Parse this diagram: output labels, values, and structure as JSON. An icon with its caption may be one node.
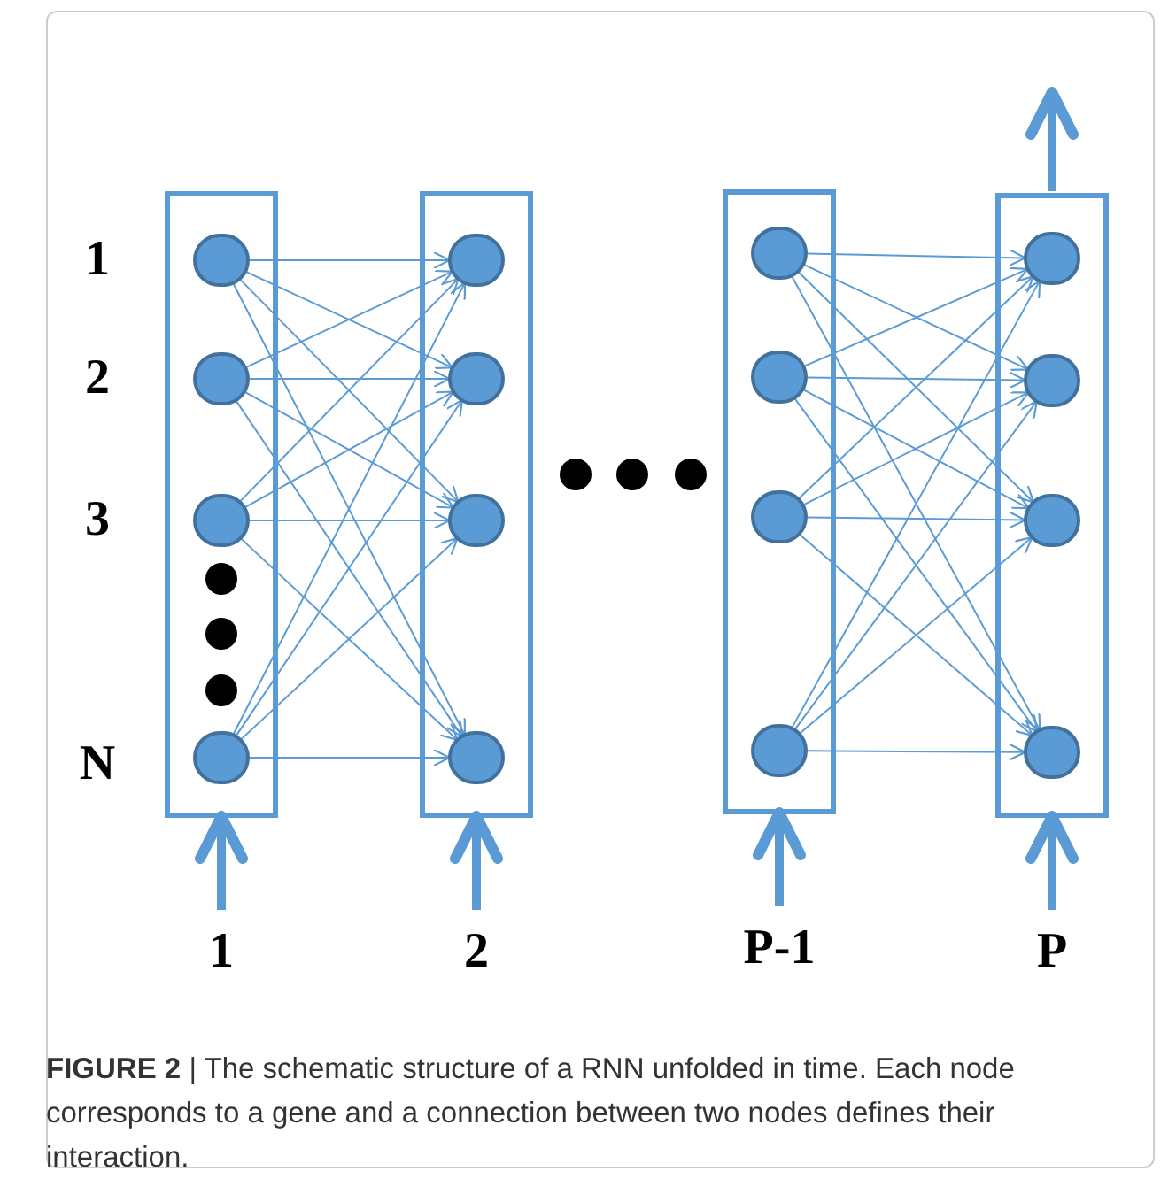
{
  "diagram": {
    "caption": "**FIGURE 2** | The schematic structure of a RNN unfolded in time. Each node corresponds to a gene and a connection between two nodes defines their interaction.",
    "nodes": [
      {
        "text": [],
        "shape": "box",
        "beside": [
          "1"
        ]
      },
      {
        "text": [],
        "shape": "circle",
        "in": 0
      },
      {
        "text": [],
        "shape": "circle",
        "in": 0
      },
      {
        "text": [],
        "shape": "circle",
        "in": 0
      },
      {
        "text": [],
        "shape": "circle",
        "in": 0
      },
      {
        "text": [],
        "shape": "box",
        "beside": [
          "2"
        ]
      },
      {
        "text": [],
        "shape": "circle",
        "in": 5
      },
      {
        "text": [],
        "shape": "circle",
        "in": 5
      },
      {
        "text": [],
        "shape": "circle",
        "in": 5
      },
      {
        "text": [],
        "shape": "circle",
        "in": 5
      },
      {
        "text": [],
        "shape": "box",
        "beside": [
          "P-1"
        ]
      },
      {
        "text": [],
        "shape": "circle",
        "in": 10
      },
      {
        "text": [],
        "shape": "circle",
        "in": 10
      },
      {
        "text": [],
        "shape": "circle",
        "in": 10
      },
      {
        "text": [],
        "shape": "circle",
        "in": 10
      },
      {
        "text": [],
        "shape": "box",
        "beside": [
          "P"
        ]
      },
      {
        "text": [],
        "shape": "circle",
        "in": 15
      },
      {
        "text": [],
        "shape": "circle",
        "in": 15
      },
      {
        "text": [],
        "shape": "circle",
        "in": 15
      },
      {
        "text": [],
        "shape": "circle",
        "in": 15
      }
    ],
    "edges": [
      {
        "from": 1,
        "to": 6,
        "arrow": "to"
      },
      {
        "from": 1,
        "to": 7,
        "arrow": "to"
      },
      {
        "from": 1,
        "to": 8,
        "arrow": "to"
      },
      {
        "from": 1,
        "to": 9,
        "arrow": "to"
      },
      {
        "from": 2,
        "to": 6,
        "arrow": "to"
      },
      {
        "from": 2,
        "to": 7,
        "arrow": "to"
      },
      {
        "from": 2,
        "to": 8,
        "arrow": "to"
      },
      {
        "from": 2,
        "to": 9,
        "arrow": "to"
      },
      {
        "from": 3,
        "to": 6,
        "arrow": "to"
      },
      {
        "from": 3,
        "to": 7,
        "arrow": "to"
      },
      {
        "from": 3,
        "to": 8,
        "arrow": "to"
      },
      {
        "from": 3,
        "to": 9,
        "arrow": "to"
      },
      {
        "from": 4,
        "to": 6,
        "arrow": "to"
      },
      {
        "from": 4,
        "to": 7,
        "arrow": "to"
      },
      {
        "from": 4,
        "to": 8,
        "arrow": "to"
      },
      {
        "from": 4,
        "to": 9,
        "arrow": "to"
      },
      {
        "from": 11,
        "to": 16,
        "arrow": "to"
      },
      {
        "from": 11,
        "to": 17,
        "arrow": "to"
      },
      {
        "from": 11,
        "to": 18,
        "arrow": "to"
      },
      {
        "from": 11,
        "to": 19,
        "arrow": "to"
      },
      {
        "from": 12,
        "to": 16,
        "arrow": "to"
      },
      {
        "from": 12,
        "to": 17,
        "arrow": "to"
      },
      {
        "from": 12,
        "to": 18,
        "arrow": "to"
      },
      {
        "from": 12,
        "to": 19,
        "arrow": "to"
      },
      {
        "from": 13,
        "to": 16,
        "arrow": "to"
      },
      {
        "from": 13,
        "to": 17,
        "arrow": "to"
      },
      {
        "from": 13,
        "to": 18,
        "arrow": "to"
      },
      {
        "from": 13,
        "to": 19,
        "arrow": "to"
      },
      {
        "from": 14,
        "to": 16,
        "arrow": "to"
      },
      {
        "from": 14,
        "to": 17,
        "arrow": "to"
      },
      {
        "from": 14,
        "to": 18,
        "arrow": "to"
      },
      {
        "from": 14,
        "to": 19,
        "arrow": "to"
      },
      {
        "from": null,
        "to": 0,
        "arrow": "to",
        "style": "thick"
      },
      {
        "from": null,
        "to": 5,
        "arrow": "to",
        "style": "thick"
      },
      {
        "from": null,
        "to": 10,
        "arrow": "to",
        "style": "thick"
      },
      {
        "from": null,
        "to": 15,
        "arrow": "to",
        "style": "thick"
      },
      {
        "from": 15,
        "to": null,
        "arrow": "to",
        "style": "thick"
      }
    ],
    "labels": [
      "1",
      "2",
      "3",
      "N"
    ]
  }
}
